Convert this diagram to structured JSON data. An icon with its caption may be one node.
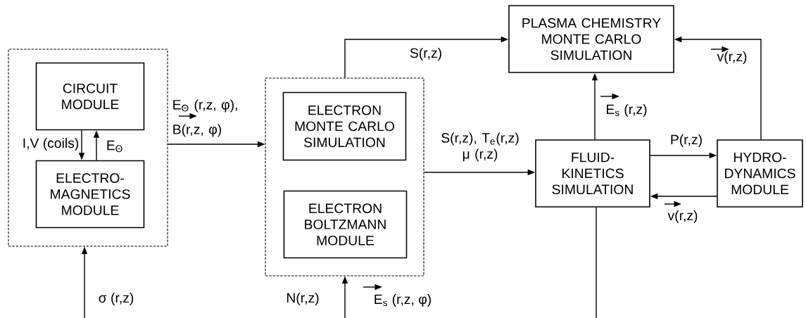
{
  "diagram": {
    "nodes": [
      {
        "text": [],
        "shape": "box"
      },
      {
        "text": [
          "CIRCUIT MODULE"
        ],
        "in": 0
      },
      {
        "text": [
          "ELECTRO- MAGNETICS MODULE"
        ],
        "in": 0
      },
      {
        "text": [],
        "shape": "box"
      },
      {
        "text": [
          "ELECTRON MONTE CARLO SIMULATION"
        ],
        "in": 3
      },
      {
        "text": [
          "ELECTRON BOLTZMANN MODULE"
        ],
        "in": 3
      },
      {
        "text": [
          "PLASMA CHEMISTRY MONTE CARLO SIMULATION"
        ]
      },
      {
        "text": [
          "FLUID- KINETICS SIMULATION"
        ]
      },
      {
        "text": [
          "HYDRO- DYNAMICS MODULE"
        ]
      }
    ],
    "edges": [
      {
        "from": 1,
        "to": 2,
        "arrow": "to",
        "label": "I,V (coils)"
      },
      {
        "from": 2,
        "to": 1,
        "arrow": "to",
        "label": "E$_{Θ}$"
      },
      {
        "from": 0,
        "to": 3,
        "arrow": "to",
        "label": "E$_{Θ}$ (r,z, φ), B(r,z, φ)"
      },
      {
        "from": 3,
        "to": 6,
        "arrow": "to",
        "label": "S(r,z)"
      },
      {
        "from": 3,
        "to": 7,
        "arrow": "to",
        "label": "S(r,z), T$_{e}$(r,z) μ (r,z)"
      },
      {
        "from": 7,
        "to": 6,
        "arrow": "to",
        "label": "E$_{s}$ (r,z)"
      },
      {
        "from": 7,
        "to": 8,
        "arrow": "to",
        "label": "P(r,z)"
      },
      {
        "from": 8,
        "to": 7,
        "arrow": "to",
        "label": "v(r,z)"
      },
      {
        "from": 8,
        "to": 6,
        "arrow": "to",
        "label": "v(r,z)"
      },
      {
        "from": null,
        "to": 0,
        "arrow": "to",
        "label": "σ (r,z)"
      },
      {
        "from": null,
        "to": 3,
        "arrow": "to",
        "label": "N(r,z)"
      },
      {
        "from": 7,
        "to": null,
        "arrow": "none"
      }
    ],
    "labels": [
      "E$_{s}$ (r,z, φ)"
    ]
  }
}
